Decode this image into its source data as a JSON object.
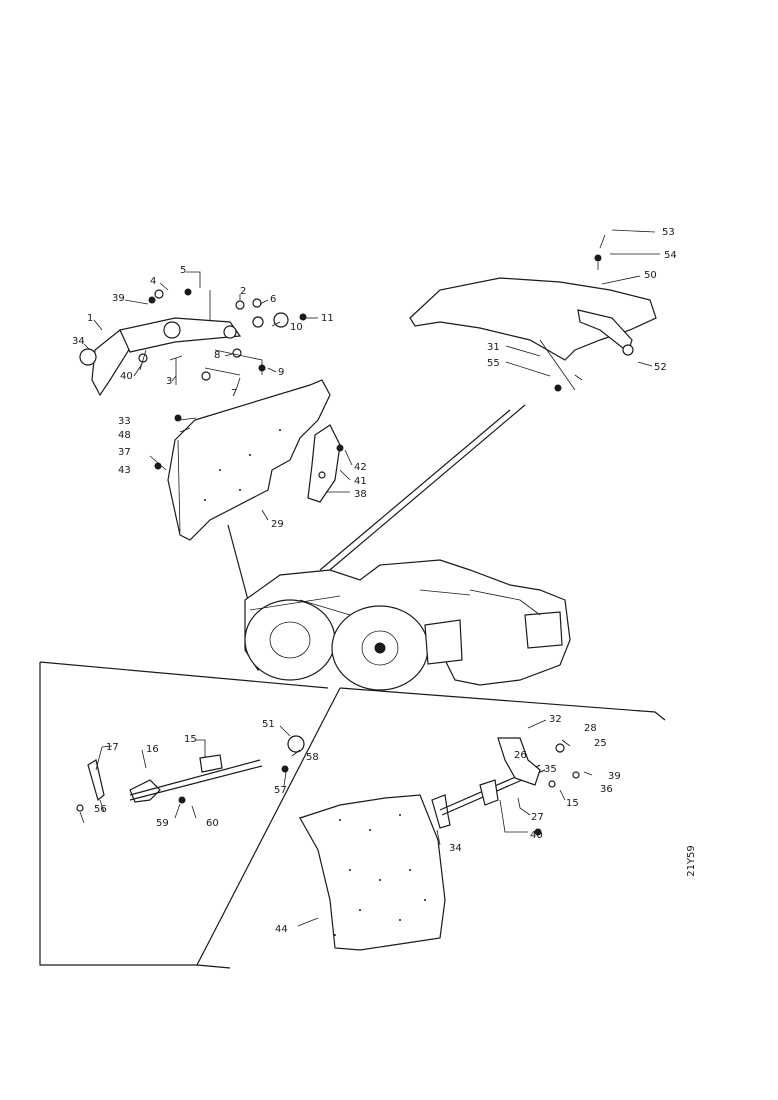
{
  "drawing_id": "21Y59",
  "colors": {
    "ink": "#1a1a1a",
    "paper": "#ffffff"
  },
  "callouts": [
    {
      "id": "c-5a",
      "text": "5"
    },
    {
      "id": "c-4a",
      "text": "4"
    },
    {
      "id": "c-39a",
      "text": "39"
    },
    {
      "id": "c-2a",
      "text": "2"
    },
    {
      "id": "c-6a",
      "text": "6"
    },
    {
      "id": "c-11a",
      "text": "11"
    },
    {
      "id": "c-10a",
      "text": "10"
    },
    {
      "id": "c-1a",
      "text": "1"
    },
    {
      "id": "c-34a",
      "text": "34"
    },
    {
      "id": "c-40a",
      "text": "40"
    },
    {
      "id": "c-3a",
      "text": "3"
    },
    {
      "id": "c-7a",
      "text": "7"
    },
    {
      "id": "c-8a",
      "text": "8"
    },
    {
      "id": "c-9a",
      "text": "9"
    },
    {
      "id": "c-33a",
      "text": "33"
    },
    {
      "id": "c-48a",
      "text": "48"
    },
    {
      "id": "c-37a",
      "text": "37"
    },
    {
      "id": "c-43a",
      "text": "43"
    },
    {
      "id": "c-29a",
      "text": "29"
    },
    {
      "id": "c-42a",
      "text": "42"
    },
    {
      "id": "c-41a",
      "text": "41"
    },
    {
      "id": "c-38a",
      "text": "38"
    },
    {
      "id": "c-53a",
      "text": "53"
    },
    {
      "id": "c-54a",
      "text": "54"
    },
    {
      "id": "c-50a",
      "text": "50"
    },
    {
      "id": "c-31a",
      "text": "31"
    },
    {
      "id": "c-55a",
      "text": "55"
    },
    {
      "id": "c-52a",
      "text": "52"
    },
    {
      "id": "c-17a",
      "text": "17"
    },
    {
      "id": "c-16a",
      "text": "16"
    },
    {
      "id": "c-15a",
      "text": "15"
    },
    {
      "id": "c-51a",
      "text": "51"
    },
    {
      "id": "c-58a",
      "text": "58"
    },
    {
      "id": "c-57a",
      "text": "57"
    },
    {
      "id": "c-56a",
      "text": "56"
    },
    {
      "id": "c-59a",
      "text": "59"
    },
    {
      "id": "c-60a",
      "text": "60"
    },
    {
      "id": "c-32a",
      "text": "32"
    },
    {
      "id": "c-28a",
      "text": "28"
    },
    {
      "id": "c-25a",
      "text": "25"
    },
    {
      "id": "c-26a",
      "text": "26"
    },
    {
      "id": "c-35a",
      "text": "35"
    },
    {
      "id": "c-39b",
      "text": "39"
    },
    {
      "id": "c-36a",
      "text": "36"
    },
    {
      "id": "c-15b",
      "text": "15"
    },
    {
      "id": "c-27a",
      "text": "27"
    },
    {
      "id": "c-34b",
      "text": "34"
    },
    {
      "id": "c-40b",
      "text": "40"
    },
    {
      "id": "c-44a",
      "text": "44"
    }
  ]
}
